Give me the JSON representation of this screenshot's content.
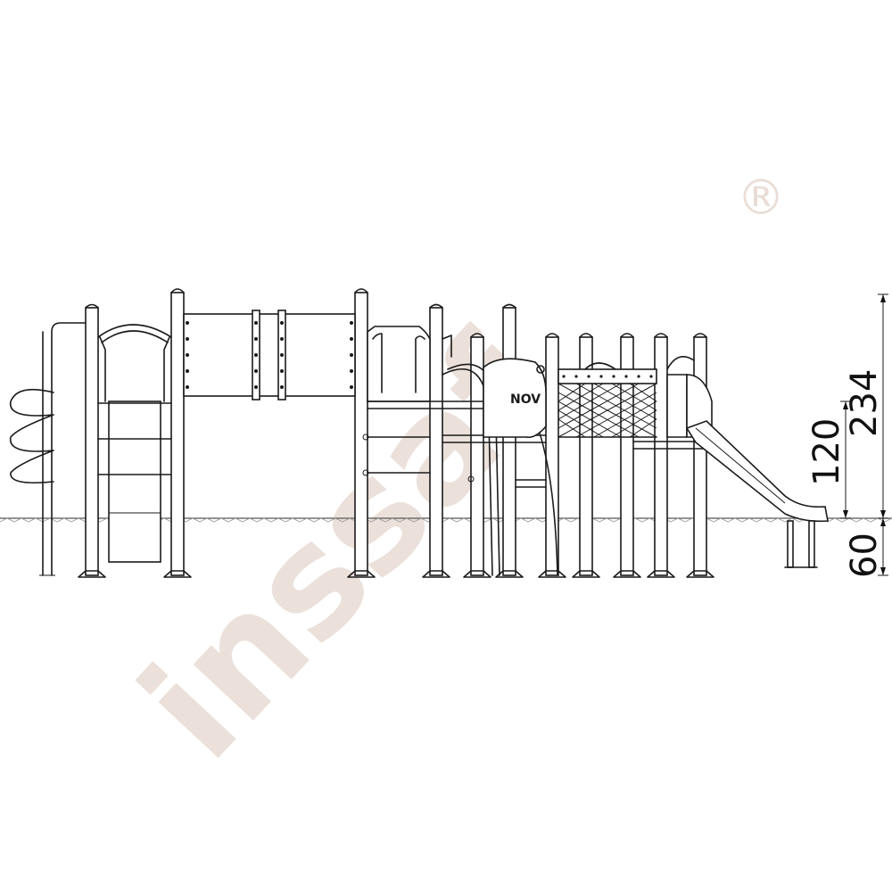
{
  "watermark": {
    "brand": "inssaf",
    "registered_mark": "®",
    "color": "#e9ddd6"
  },
  "dimensions": {
    "total_height": "234",
    "platform_height": "120",
    "foundation_depth": "60"
  },
  "panel_label": "NOV",
  "colors": {
    "ink": "#1a1a1a",
    "ground": "#999999"
  }
}
